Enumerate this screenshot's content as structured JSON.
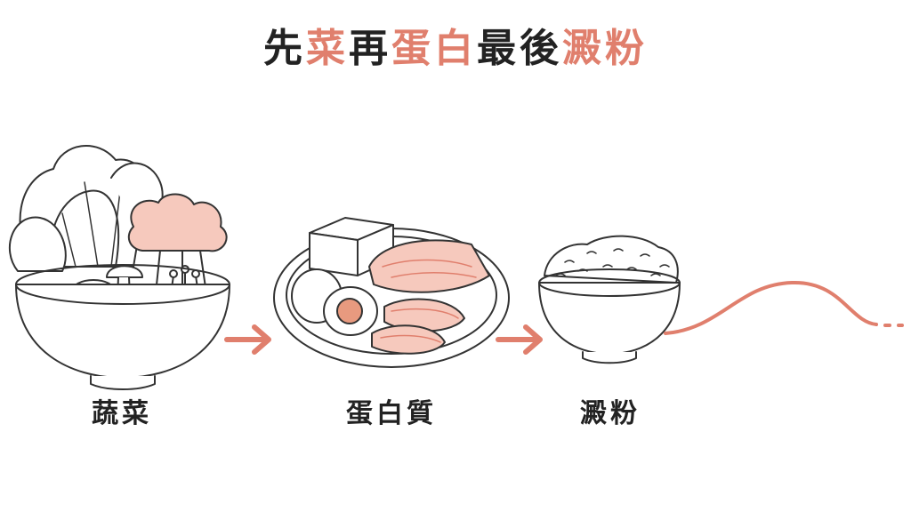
{
  "title": {
    "parts": [
      {
        "text": "先",
        "highlight": false
      },
      {
        "text": "菜",
        "highlight": true
      },
      {
        "text": "再",
        "highlight": false
      },
      {
        "text": "蛋白",
        "highlight": true
      },
      {
        "text": "最後",
        "highlight": false
      },
      {
        "text": "澱粉",
        "highlight": true
      }
    ]
  },
  "steps": [
    {
      "label": "蔬菜",
      "icon": "vegetable-bowl-icon"
    },
    {
      "label": "蛋白質",
      "icon": "protein-plate-icon"
    },
    {
      "label": "澱粉",
      "icon": "rice-bowl-icon"
    }
  ],
  "colors": {
    "accent": "#e07f6d",
    "ink": "#333333",
    "text": "#222222",
    "fill_light": "#f6c9bd"
  }
}
